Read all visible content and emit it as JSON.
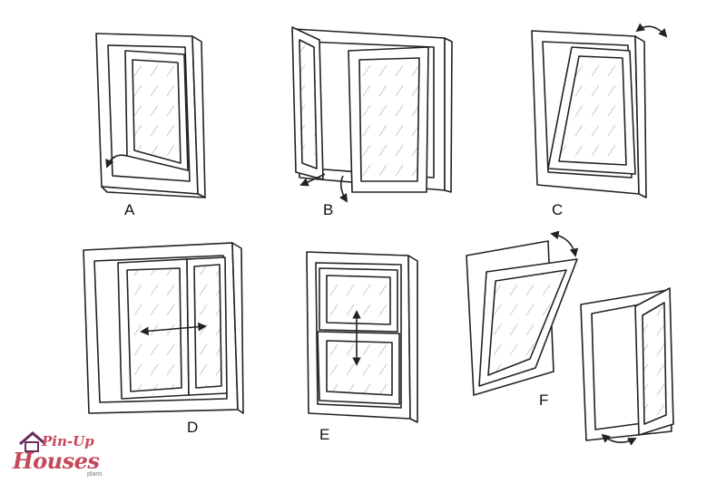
{
  "diagram": {
    "labels": {
      "a": "A",
      "b": "B",
      "c": "C",
      "d": "D",
      "e": "E",
      "f": "F"
    }
  },
  "logo": {
    "word1": "Pin-Up",
    "word2": "Houses",
    "tagline": "plans",
    "colors": {
      "primary": "#c7475a",
      "roof": "#6b2d5c"
    }
  }
}
